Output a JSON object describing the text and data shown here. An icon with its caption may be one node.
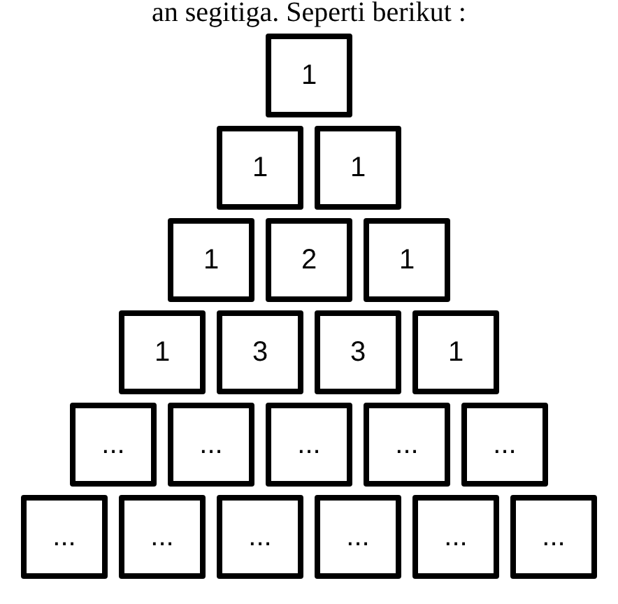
{
  "diagram": {
    "nodes": [
      {
        "text": [
          "1"
        ]
      },
      {
        "text": [
          "1"
        ]
      },
      {
        "text": [
          "1"
        ]
      },
      {
        "text": [
          "1"
        ]
      },
      {
        "text": [
          "2"
        ]
      },
      {
        "text": [
          "1"
        ]
      },
      {
        "text": [
          "1"
        ]
      },
      {
        "text": [
          "3"
        ]
      },
      {
        "text": [
          "3"
        ]
      },
      {
        "text": [
          "1"
        ]
      },
      {
        "text": [
          "..."
        ]
      },
      {
        "text": [
          "..."
        ]
      },
      {
        "text": [
          "..."
        ]
      },
      {
        "text": [
          "..."
        ]
      },
      {
        "text": [
          "..."
        ]
      },
      {
        "text": [
          "..."
        ]
      },
      {
        "text": [
          "..."
        ]
      },
      {
        "text": [
          "..."
        ]
      },
      {
        "text": [
          "..."
        ]
      },
      {
        "text": [
          "..."
        ]
      },
      {
        "text": [
          "..."
        ]
      }
    ],
    "labels": [
      "an segitiga. Seperti berikut :"
    ]
  }
}
